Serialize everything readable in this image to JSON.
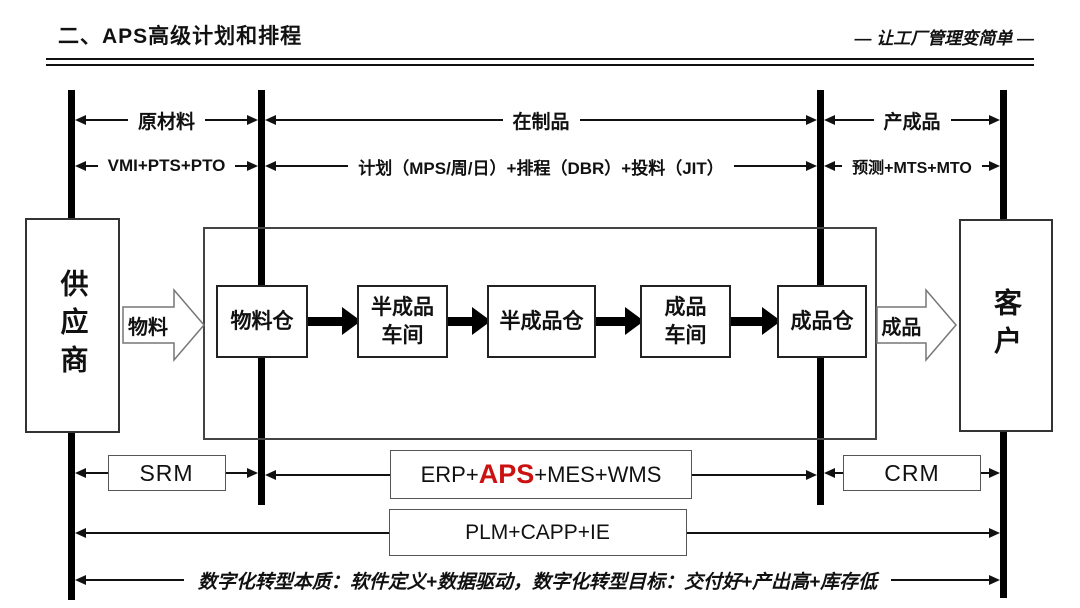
{
  "header": {
    "title": "二、APS高级计划和排程",
    "slogan": "— 让工厂管理变简单 —"
  },
  "flow_rows": {
    "materials": {
      "label": "原材料",
      "sub": "VMI+PTS+PTO"
    },
    "wip": {
      "label": "在制品",
      "sub": "计划（MPS/周/日）+排程（DBR）+投料（JIT）"
    },
    "finished": {
      "label": "产成品",
      "sub": "预测+MTS+MTO"
    }
  },
  "entities": {
    "supplier": "供应商",
    "customer": "客户"
  },
  "block_arrows": {
    "material": "物料",
    "product": "成品"
  },
  "process": {
    "boxes": [
      "物料仓",
      "半成品\n车间",
      "半成品仓",
      "成品\n车间",
      "成品仓"
    ]
  },
  "systems": {
    "srm": "SRM",
    "erp_prefix": "ERP+",
    "aps": "APS",
    "erp_suffix": "+MES+WMS",
    "crm": "CRM",
    "plm": "PLM+CAPP+IE"
  },
  "footer": {
    "slogan": "数字化转型本质：软件定义+数据驱动，数字化转型目标：交付好+产出高+库存低"
  },
  "colors": {
    "accent_red": "#cc1111",
    "line_black": "#000000"
  }
}
